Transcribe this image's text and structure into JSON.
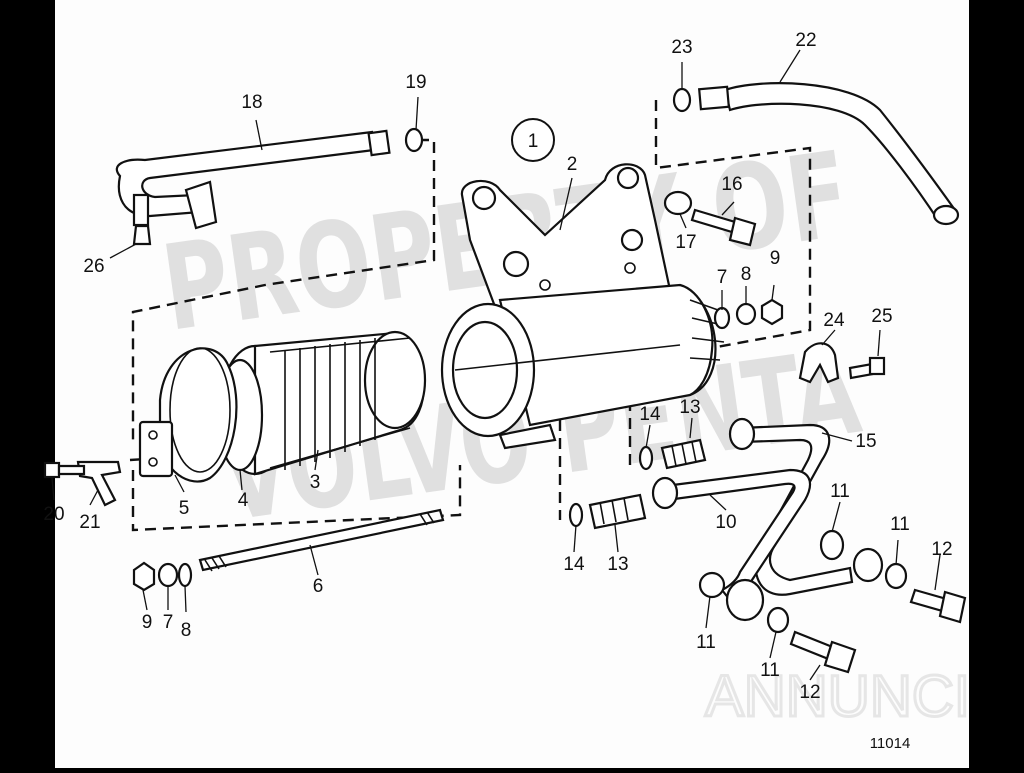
{
  "assembly_marker": "1",
  "drawing_number": "11014",
  "watermark": {
    "text_1": "PROPERTY OF",
    "text_2": "VOLVO PENTA",
    "logo_text": "ANNUNCI"
  },
  "callouts": {
    "c2": "2",
    "c3": "3",
    "c4": "4",
    "c5": "5",
    "c6": "6",
    "c7a": "7",
    "c7b": "7",
    "c8a": "8",
    "c8b": "8",
    "c9a": "9",
    "c9b": "9",
    "c10": "10",
    "c11a": "11",
    "c11b": "11",
    "c11c": "11",
    "c11d": "11",
    "c12a": "12",
    "c12b": "12",
    "c13a": "13",
    "c13b": "13",
    "c14a": "14",
    "c14b": "14",
    "c15": "15",
    "c16": "16",
    "c17": "17",
    "c18": "18",
    "c19": "19",
    "c20": "20",
    "c21": "21",
    "c22": "22",
    "c23": "23",
    "c24": "24",
    "c25": "25",
    "c26": "26"
  }
}
